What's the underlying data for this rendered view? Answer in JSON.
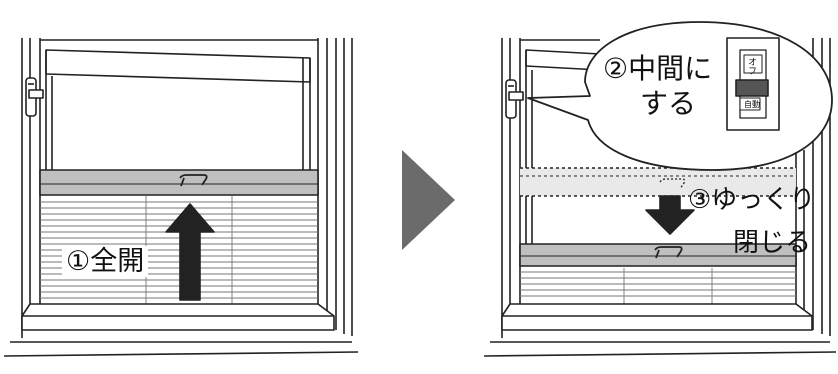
{
  "steps": {
    "step1": "①全開",
    "step2_line1": "②中間に",
    "step2_line2": "する",
    "step3_line1": "③ゆっくり",
    "step3_line2": "閉じる"
  },
  "switch": {
    "top_label": "オフ",
    "bottom_label": "自動"
  },
  "colors": {
    "outline": "#222222",
    "screen_band": "#bfbfbf",
    "arrow": "#222222",
    "play_arrow": "#6b6b6b",
    "highlight": "#e9e9e9"
  }
}
